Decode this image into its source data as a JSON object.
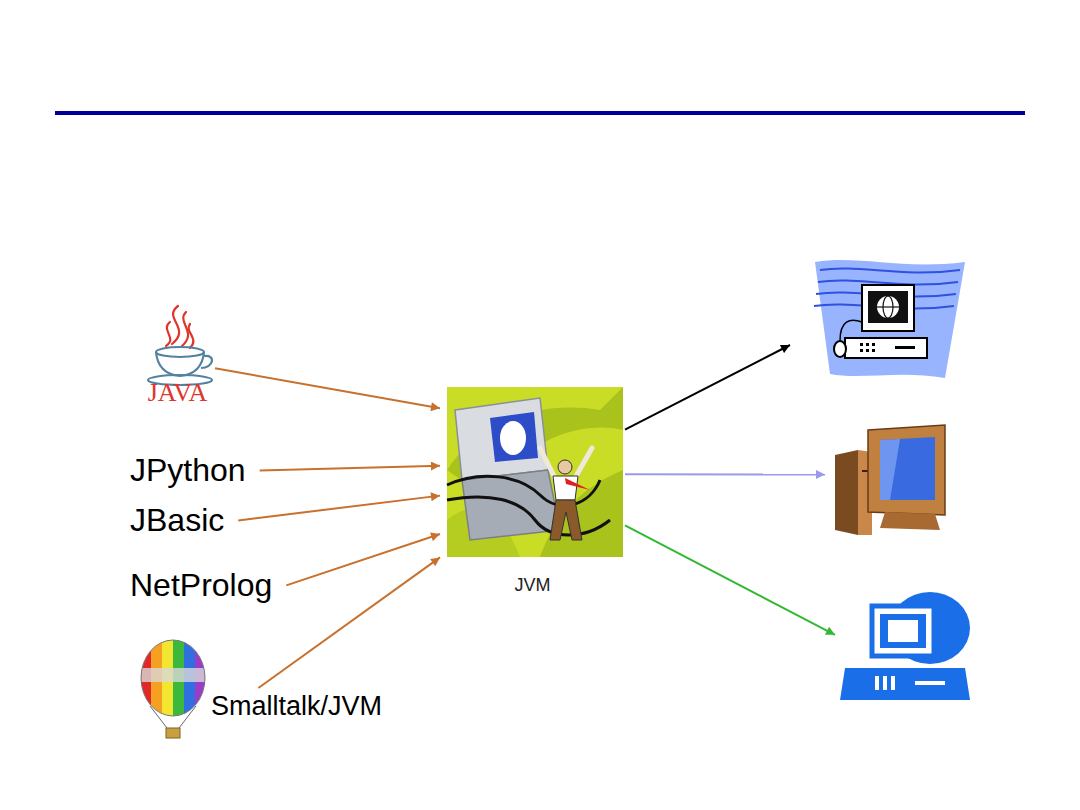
{
  "diagram": {
    "nodes": [
      {
        "text": [
          "JAVA"
        ]
      },
      {
        "text": [
          "JPython"
        ]
      },
      {
        "text": [
          "JBasic"
        ]
      },
      {
        "text": [
          "NetProlog"
        ]
      },
      {
        "text": [
          "Smalltalk/JVM"
        ]
      },
      {
        "text": [
          "JVM"
        ]
      },
      {
        "text": []
      },
      {
        "text": []
      },
      {
        "text": []
      }
    ],
    "edges": [
      {
        "from": 0,
        "to": 5,
        "arrow": "to"
      },
      {
        "from": 1,
        "to": 5,
        "arrow": "to"
      },
      {
        "from": 2,
        "to": 5,
        "arrow": "to"
      },
      {
        "from": 3,
        "to": 5,
        "arrow": "to"
      },
      {
        "from": 4,
        "to": 5,
        "arrow": "to"
      },
      {
        "from": 5,
        "to": 6,
        "arrow": "to"
      },
      {
        "from": 5,
        "to": 7,
        "arrow": "to"
      },
      {
        "from": 5,
        "to": 8,
        "arrow": "to"
      }
    ]
  }
}
